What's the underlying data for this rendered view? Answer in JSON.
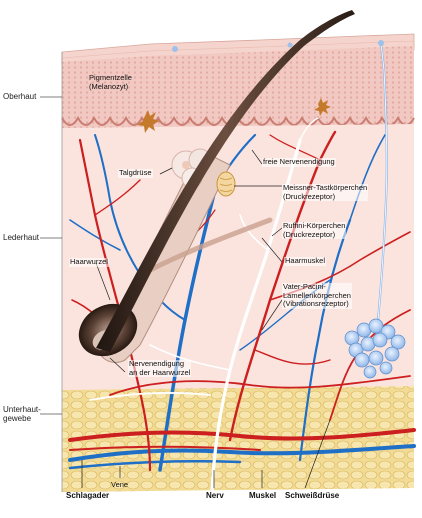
{
  "layers": {
    "oberhaut": "Oberhaut",
    "lederhaut": "Lederhaut",
    "unterhaut_line1": "Unterhaut-",
    "unterhaut_line2": "gewebe"
  },
  "labels": {
    "pigmentzelle": "Pigmentzelle",
    "melanozyt": "(Melanozyt)",
    "talgdruese": "Talgdrüse",
    "haarwurzel": "Haarwurzel",
    "freie_nervenendigung": "freie Nervenendigung",
    "meissner": "Meissner-Tastkörperchen",
    "meissner_sub": "(Druckrezeptor)",
    "ruffini": "Ruffini-Körperchen",
    "ruffini_sub": "(Druckrezeptor)",
    "haarmuskel": "Haarmuskel",
    "vater_pacini_1": "Vater-Pacini-",
    "vater_pacini_2": "Lamellenkörperchen",
    "vater_pacini_sub": "(Vibrationsrezeptor)",
    "nervenendigung_1": "Nervenendigung",
    "nervenendigung_2": "an der Haarwurzel"
  },
  "bottom_labels": {
    "schlagader": "Schlagader",
    "vene": "Vene",
    "nerv": "Nerv",
    "muskel": "Muskel",
    "schweissdruese": "Schweißdrüse"
  },
  "colors": {
    "epidermis": "#f0c6c0",
    "dermis": "#fbe6e1",
    "fat": "#efd68a",
    "artery": "#cc1f1f",
    "vein": "#1f6fc7",
    "nerve": "#ffffff",
    "hair": "#3a2a22"
  }
}
